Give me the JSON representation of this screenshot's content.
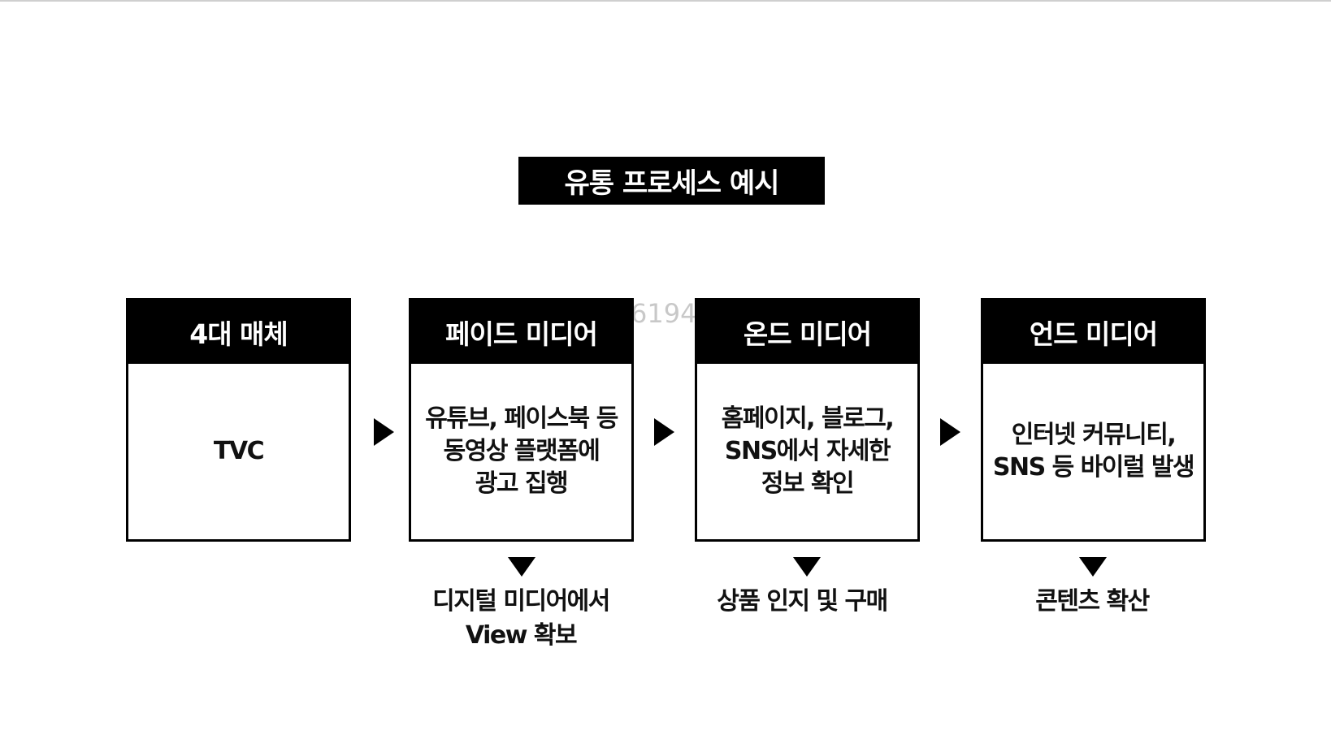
{
  "title": "유통 프로세스 예시",
  "watermark": "6194",
  "stages": [
    {
      "header": "4대 매체",
      "body": "TVC"
    },
    {
      "header": "페이드 미디어",
      "body": "유튜브, 페이스북 등\n동영상 플랫폼에\n광고 집행"
    },
    {
      "header": "온드 미디어",
      "body": "홈페이지, 블로그,\nSNS에서 자세한\n정보 확인"
    },
    {
      "header": "언드 미디어",
      "body": "인터넷 커뮤니티,\nSNS 등 바이럴 발생"
    }
  ],
  "outcomes": [
    "디지털 미디어에서\nView 확보",
    "상품 인지 및 구매",
    "콘텐츠 확산"
  ],
  "icons": {
    "flow_arrow": "triangle-right-icon",
    "result_arrow": "triangle-down-icon"
  },
  "colors": {
    "header_bg": "#000000",
    "header_text": "#ffffff",
    "border": "#000000",
    "watermark": "#c8c8c8"
  }
}
